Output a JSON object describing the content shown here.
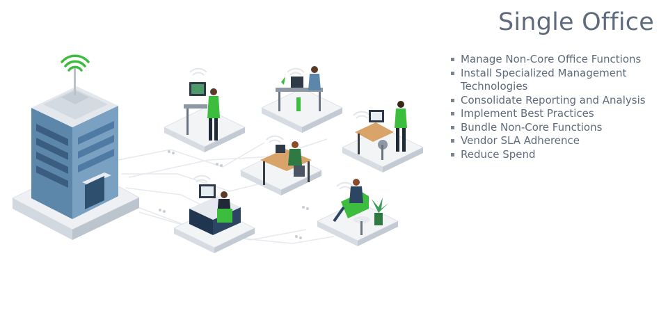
{
  "slide": {
    "title": "Single Office",
    "bullets": [
      "Manage Non-Core Office Functions",
      "Install Specialized Management Technologies",
      "Consolidate Reporting and Analysis",
      "Implement Best Practices",
      "Bundle Non-Core Functions",
      "Vendor SLA Adherence",
      "Reduce Spend"
    ]
  },
  "colors": {
    "title_text": "#5f6b7c",
    "accent_green": "#3dbd3d",
    "building_blue": "#5d86ab",
    "platform": "#eef0f3"
  },
  "illustration": {
    "icons": [
      "wifi-icon",
      "office-building-icon",
      "desk-worker-icon"
    ]
  }
}
